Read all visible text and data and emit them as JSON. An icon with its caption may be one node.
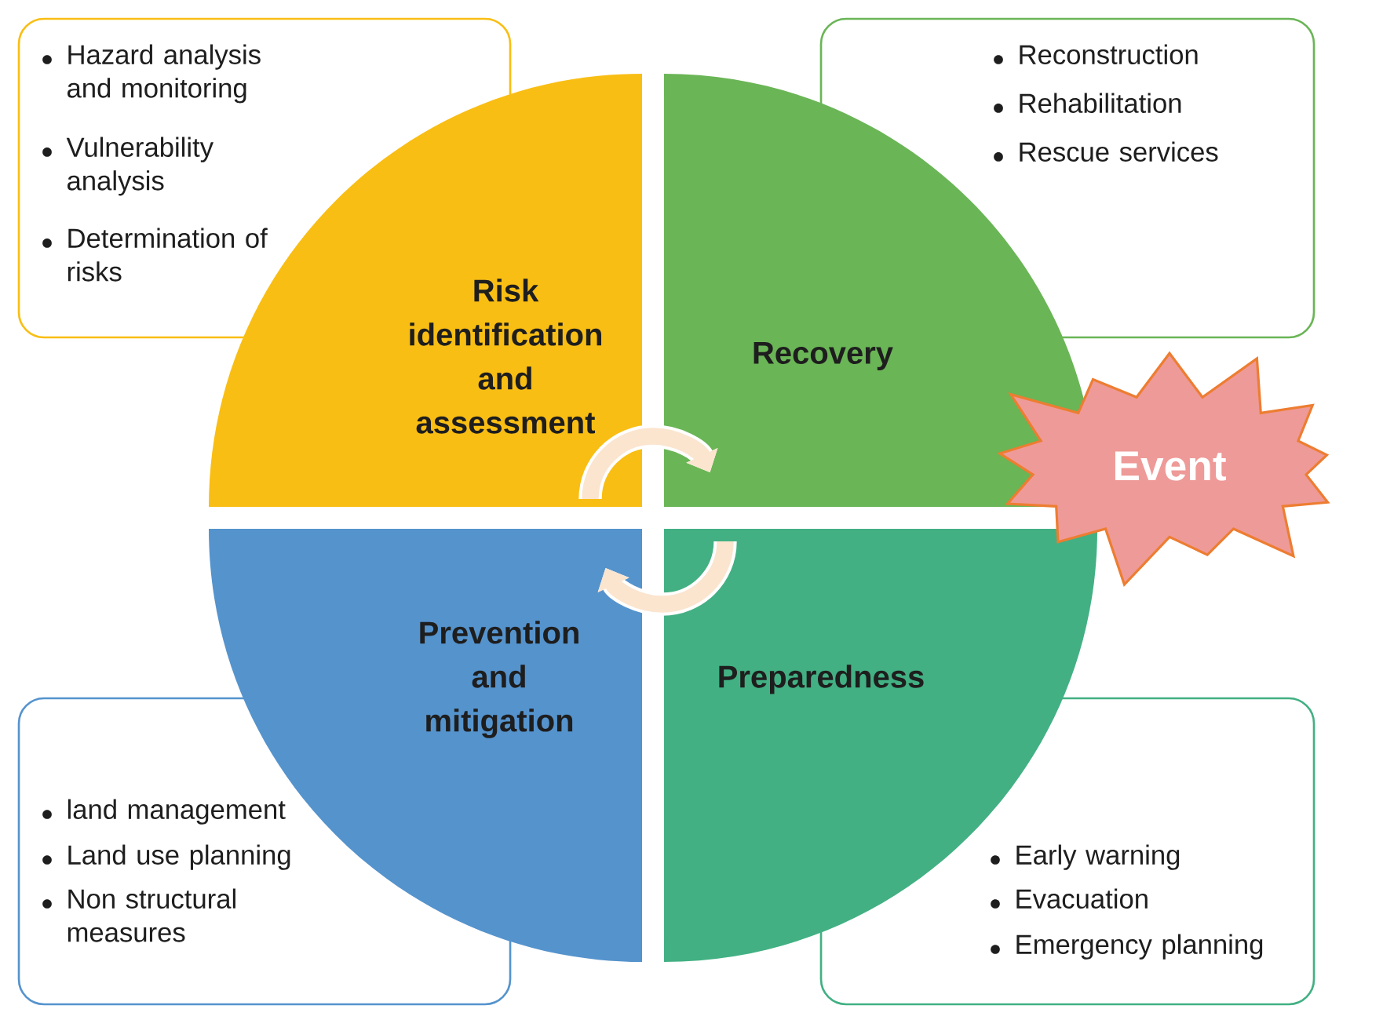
{
  "diagram": {
    "nodes": [
      {
        "text": [
          "Hazard analysis and monitoring",
          "Vulnerability analysis",
          "Determination of risks"
        ]
      },
      {
        "text": [
          "Reconstruction",
          "Rehabilitation",
          "Rescue services"
        ]
      },
      {
        "text": [
          "Risk identification and assessment"
        ]
      },
      {
        "text": [
          "Recovery"
        ]
      },
      {
        "text": [
          "Event"
        ]
      },
      {
        "text": [
          "Prevention and mitigation"
        ]
      },
      {
        "text": [
          "Preparedness"
        ]
      },
      {
        "text": [
          "land management",
          "Land use planning",
          "Non structural measures"
        ]
      },
      {
        "text": [
          "Early warning",
          "Evacuation",
          "Emergency planning"
        ]
      }
    ],
    "edges": [
      {
        "from": 2,
        "to": 3,
        "arrow": "to"
      },
      {
        "from": 6,
        "to": 5,
        "arrow": "to"
      }
    ]
  }
}
